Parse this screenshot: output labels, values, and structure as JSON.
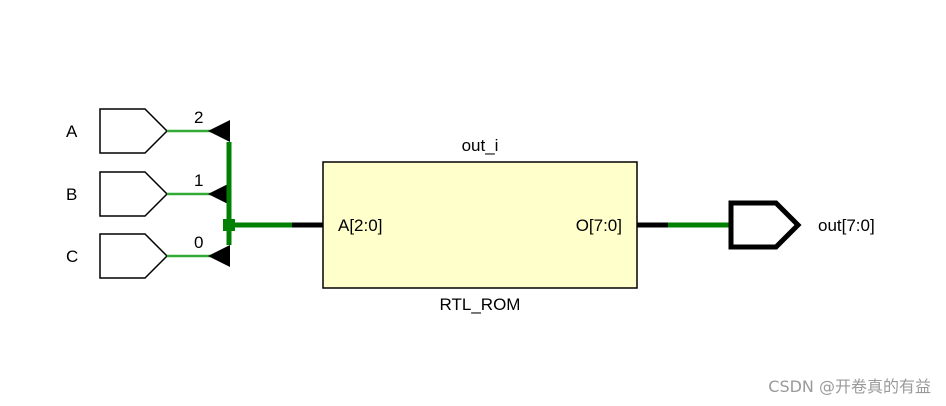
{
  "inputs": [
    {
      "name": "A",
      "bit": "2"
    },
    {
      "name": "B",
      "bit": "1"
    },
    {
      "name": "C",
      "bit": "0"
    }
  ],
  "block": {
    "instance": "out_i",
    "type": "RTL_ROM",
    "in_port": "A[2:0]",
    "out_port": "O[7:0]"
  },
  "output": {
    "name": "out[7:0]"
  },
  "colors": {
    "wire_green": "#008000",
    "input_wire_green": "#33aa33",
    "block_fill": "#ffffcc",
    "stroke": "#000000"
  },
  "watermark": "CSDN @开卷真的有益"
}
